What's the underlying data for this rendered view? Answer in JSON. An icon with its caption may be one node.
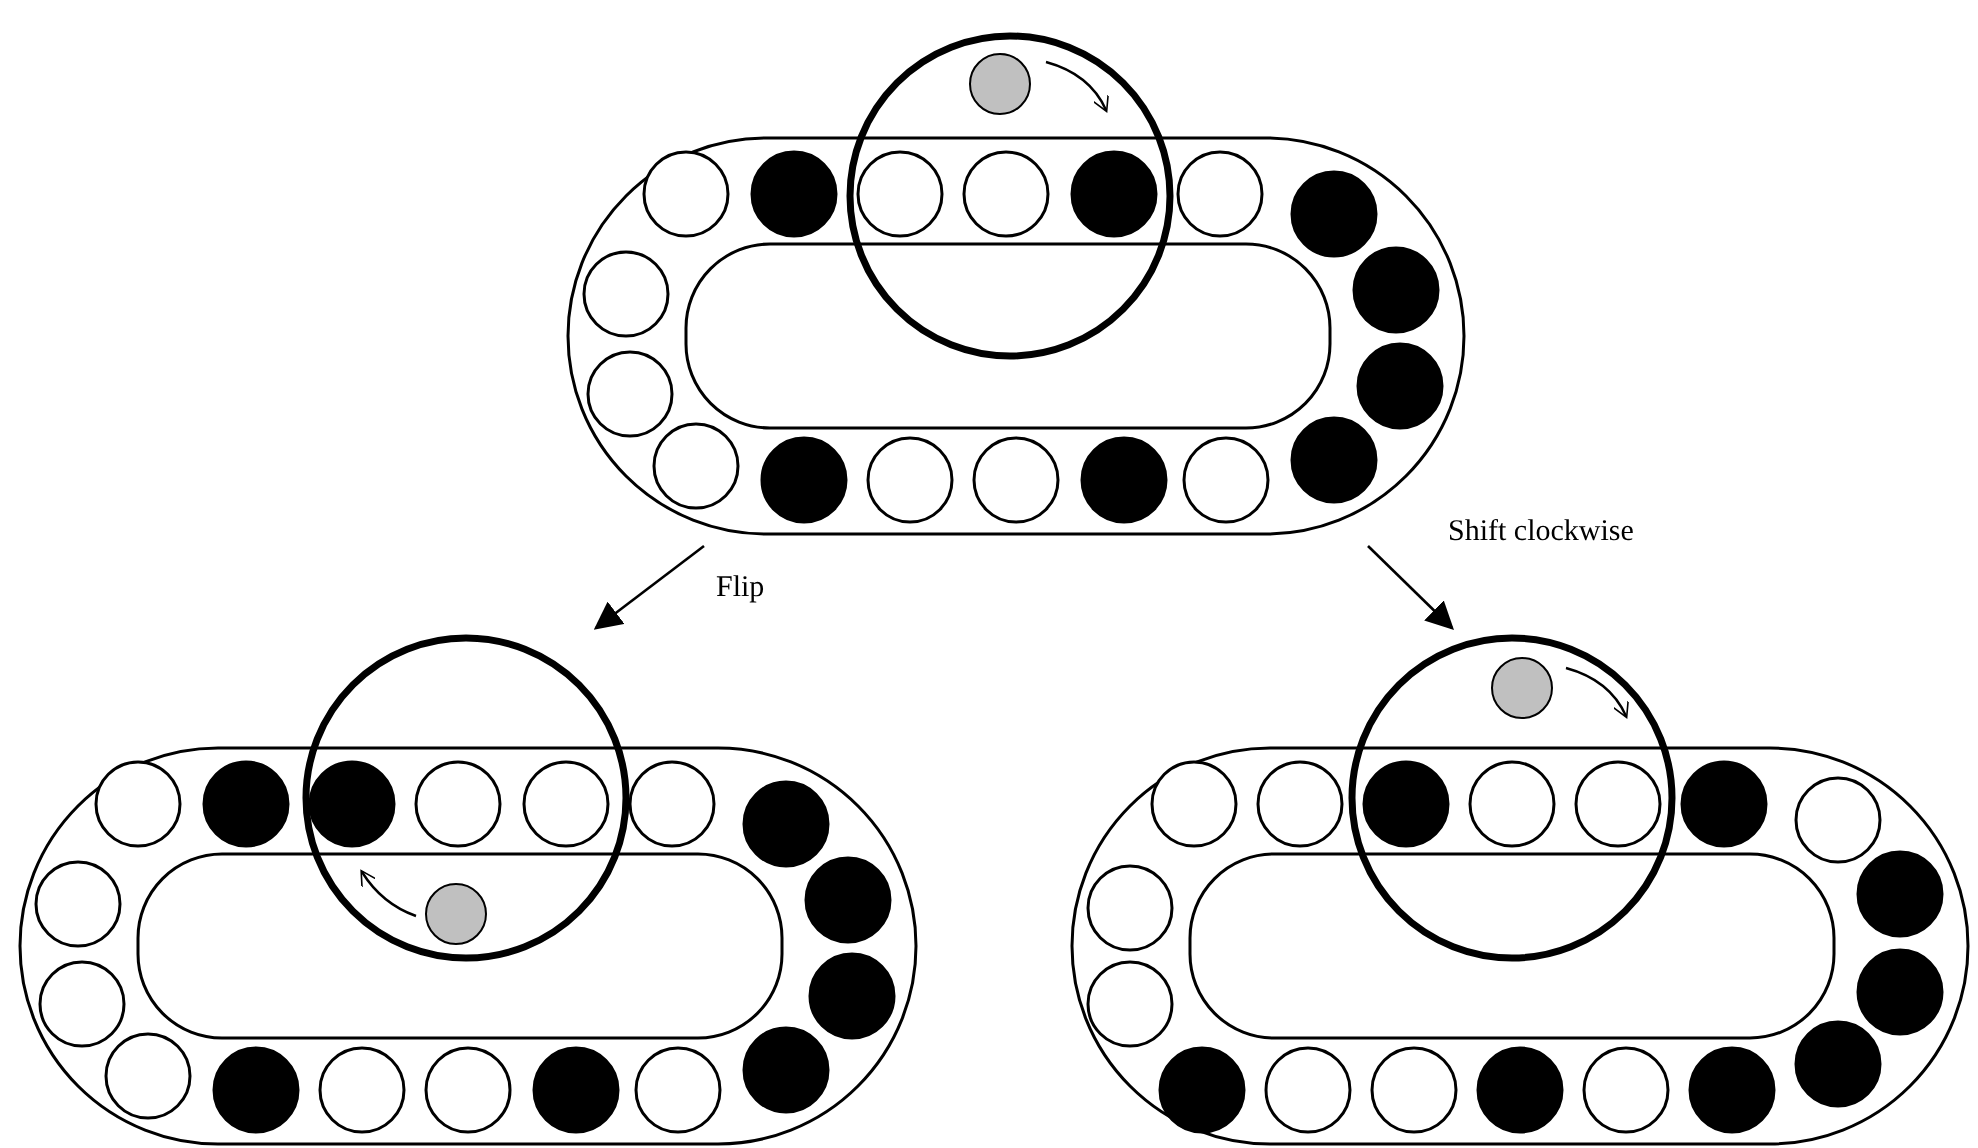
{
  "diagram": {
    "nodes": [
      {
        "text": [],
        "shape": "picture"
      },
      {
        "text": [],
        "shape": "picture"
      },
      {
        "text": [],
        "shape": "picture"
      }
    ],
    "edges": [
      {
        "from": 0,
        "to": 1,
        "arrow": "to",
        "label": "Flip"
      },
      {
        "from": 0,
        "to": 2,
        "arrow": "to",
        "label": "Shift clockwise"
      }
    ]
  }
}
